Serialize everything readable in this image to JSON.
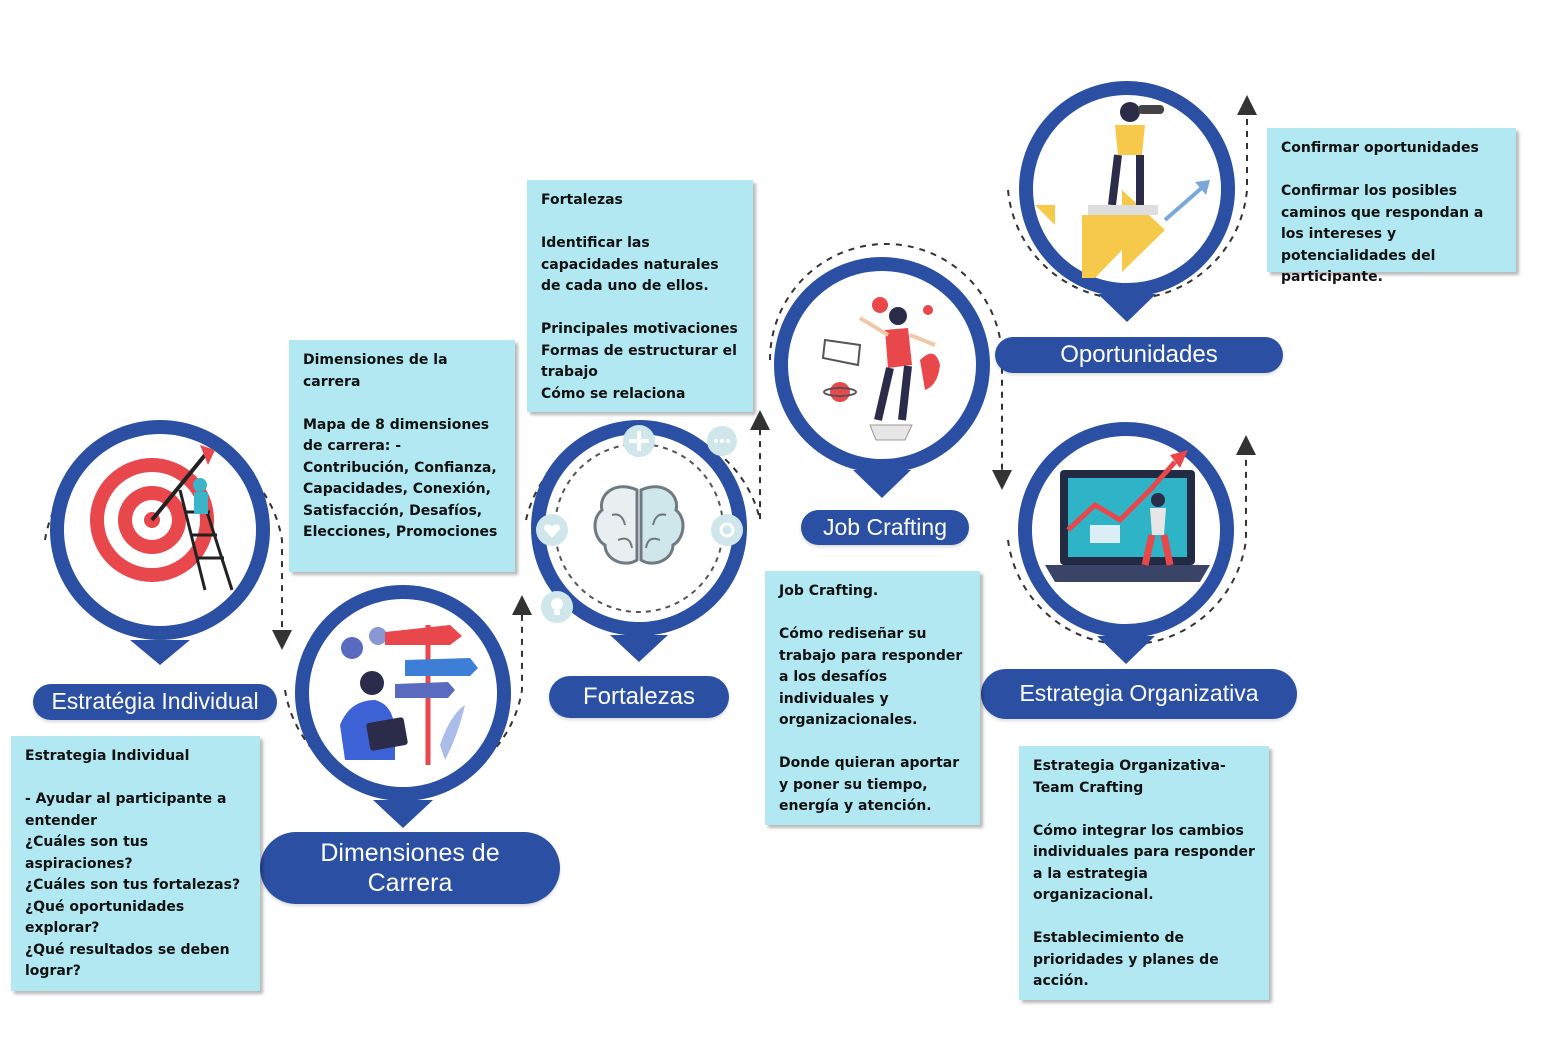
{
  "colors": {
    "ring": "#2b4fa3",
    "pill": "#2b4fa3",
    "note_bg": "#b1e8f2",
    "dashed": "#333333",
    "accent_red": "#e8474b",
    "accent_yellow": "#f7c94a"
  },
  "stages": [
    {
      "id": "estrategia-individual",
      "label": "Estratégia  Individual",
      "icon": "target-ladder-icon"
    },
    {
      "id": "dimensiones-carrera",
      "label": "Dimensiones de\nCarrera",
      "icon": "signpost-person-icon"
    },
    {
      "id": "fortalezas",
      "label": "Fortalezas",
      "icon": "brain-icon"
    },
    {
      "id": "job-crafting",
      "label": "Job Crafting",
      "icon": "floating-person-icon"
    },
    {
      "id": "oportunidades",
      "label": "Oportunidades",
      "icon": "binoculars-person-icon"
    },
    {
      "id": "estrategia-organizativa",
      "label": "Estrategia Organizativa",
      "icon": "laptop-growth-icon"
    }
  ],
  "notes": {
    "estrategia_individual": {
      "title": "Estrategia Individual",
      "body": "- Ayudar al participante a entender\n¿Cuáles son tus aspiraciones?\n¿Cuáles son tus fortalezas?\n¿Qué oportunidades explorar?\n¿Qué resultados se deben lograr?"
    },
    "dimensiones_carrera": {
      "title": "Dimensiones de la carrera",
      "body": "Mapa de 8 dimensiones de carrera: - Contribución, Confianza, Capacidades, Conexión, Satisfacción, Desafíos, Elecciones, Promociones"
    },
    "fortalezas": {
      "title": "Fortalezas",
      "para1": "Identificar las capacidades naturales de cada uno de ellos.",
      "para2": "Principales motivaciones\nFormas de estructurar el trabajo\nCómo se relaciona"
    },
    "job_crafting": {
      "title": "Job Crafting.",
      "para1": "Cómo rediseñar su trabajo para responder a los desafíos individuales y organizacionales.",
      "para2": "Donde quieran aportar y poner su tiempo, energía y atención."
    },
    "oportunidades": {
      "title": "Confirmar oportunidades",
      "body": "Confirmar los posibles caminos que respondan a los intereses y potencialidades del participante."
    },
    "estrategia_organizativa": {
      "title": "Estrategia Organizativa-\nTeam Crafting",
      "para1": "Cómo integrar los cambios individuales para responder a la estrategia organizacional.",
      "para2": "Establecimiento de prioridades y planes de acción."
    }
  }
}
